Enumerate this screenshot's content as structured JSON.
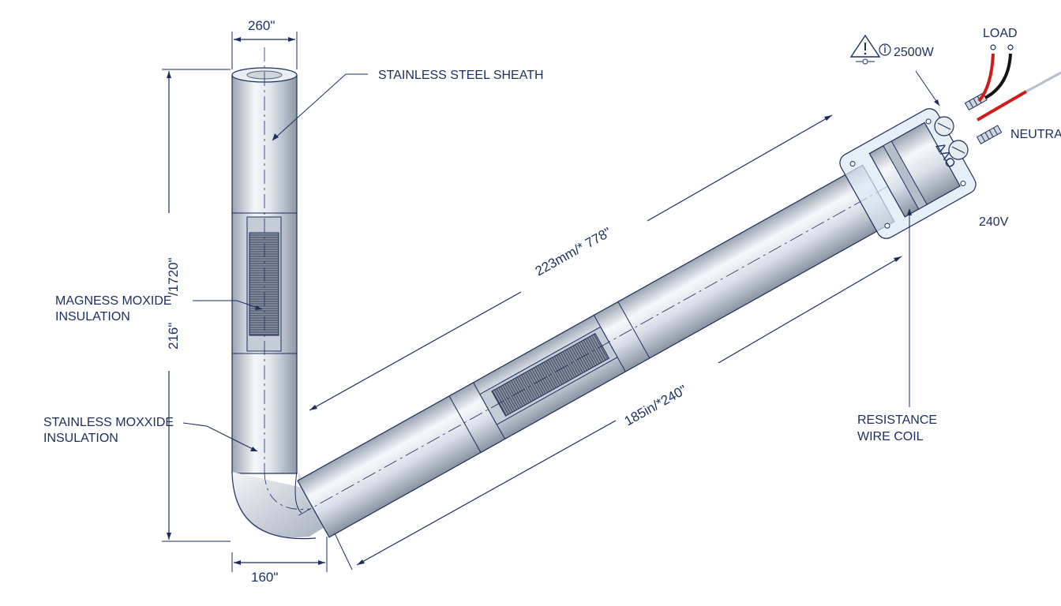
{
  "labels": {
    "stainless_sheath": "STAINLESS STEEL SHEATH",
    "magness_line1": "MAGNESS MOXIDE",
    "magness_line2": "INSULATION",
    "stainless_line1": "STAINLESS MOXXIDE",
    "stainless_line2": "INSULATION",
    "resistance_line1": "RESISTANCE",
    "resistance_line2": "WIRE COIL",
    "load": "LOAD",
    "neutral": "NEUTRA",
    "voltage": "240V",
    "power": "2500W",
    "terminal_mark": "ΔΛΟ"
  },
  "dimensions": {
    "top_width": "260\"",
    "bottom_width": "160\"",
    "vertical_a": "216\"",
    "vertical_b": "/1720\"",
    "long_upper": "223mm/* 778\"",
    "long_lower": "185in/*240\""
  },
  "colors": {
    "ink": "#1c2e5e",
    "sheath_light": "#f4f7fa",
    "sheath_mid": "#c9d1db",
    "sheath_dark": "#8e98a6",
    "wire_red": "#d01c1c",
    "wire_black": "#141414",
    "bracket": "#dce8f3"
  },
  "icons": [
    "warning-triangle-icon",
    "info-circle-icon",
    "ground-symbol-icon"
  ]
}
